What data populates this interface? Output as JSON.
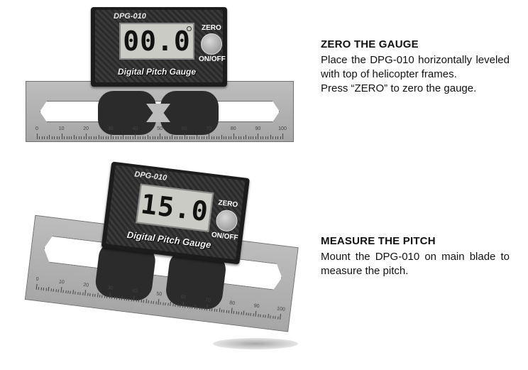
{
  "devices": [
    {
      "model_tag": "DPG-010",
      "display": "00.0",
      "zero_label": "ZERO",
      "power_label": "ON/OFF",
      "brand": "Digital Pitch Gauge",
      "scale_numbers": [
        "0",
        "10",
        "20",
        "30",
        "40",
        "50",
        "60",
        "70",
        "80",
        "90",
        "100"
      ]
    },
    {
      "model_tag": "DPG-010",
      "display": "15.0",
      "zero_label": "ZERO",
      "power_label": "ON/OFF",
      "brand": "Digital Pitch Gauge",
      "scale_numbers": [
        "0",
        "10",
        "20",
        "30",
        "40",
        "50",
        "60",
        "70",
        "80",
        "90",
        "100"
      ]
    }
  ],
  "sections": [
    {
      "heading": "ZERO THE GAUGE",
      "paragraphs": [
        "Place the DPG-010 horizontally leveled with top of helicopter frames.",
        "Press “ZERO” to zero the gauge."
      ]
    },
    {
      "heading": "MEASURE THE PITCH",
      "paragraphs": [
        "Mount the DPG-010 on main blade to measure the pitch."
      ]
    }
  ]
}
